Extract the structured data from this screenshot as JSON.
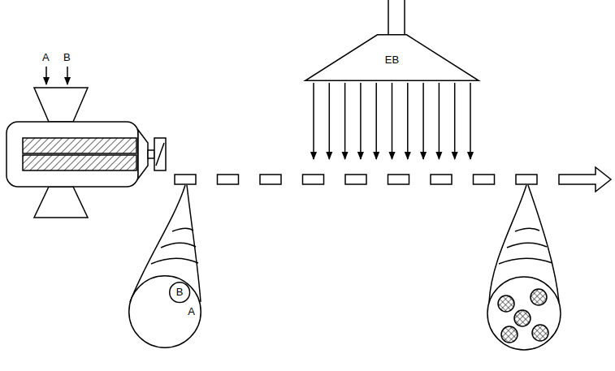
{
  "diagram": {
    "nodes": [
      {
        "text": [
          "EB"
        ]
      },
      {
        "text": [
          "A"
        ]
      },
      {
        "text": [
          "B"
        ],
        "in": 1
      }
    ],
    "labels": [
      "A",
      "B"
    ]
  }
}
